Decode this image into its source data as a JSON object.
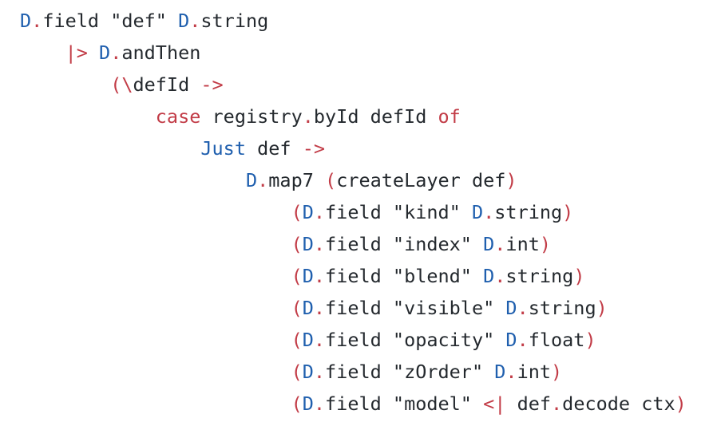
{
  "code": {
    "lines": [
      {
        "indent": 0,
        "tokens": [
          {
            "t": "D",
            "k": "mod"
          },
          {
            "t": ".",
            "k": "dot"
          },
          {
            "t": "field ",
            "k": "id"
          },
          {
            "t": "\"def\" ",
            "k": "str"
          },
          {
            "t": "D",
            "k": "mod"
          },
          {
            "t": ".",
            "k": "dot"
          },
          {
            "t": "string",
            "k": "id"
          }
        ]
      },
      {
        "indent": 4,
        "tokens": [
          {
            "t": "|> ",
            "k": "op"
          },
          {
            "t": "D",
            "k": "mod"
          },
          {
            "t": ".",
            "k": "dot"
          },
          {
            "t": "andThen",
            "k": "id"
          }
        ]
      },
      {
        "indent": 8,
        "tokens": [
          {
            "t": "(\\",
            "k": "paren"
          },
          {
            "t": "defId ",
            "k": "id"
          },
          {
            "t": "->",
            "k": "op"
          }
        ]
      },
      {
        "indent": 12,
        "tokens": [
          {
            "t": "case ",
            "k": "kw"
          },
          {
            "t": "registry",
            "k": "id"
          },
          {
            "t": ".",
            "k": "dot"
          },
          {
            "t": "byId defId ",
            "k": "id"
          },
          {
            "t": "of",
            "k": "kw"
          }
        ]
      },
      {
        "indent": 16,
        "tokens": [
          {
            "t": "Just ",
            "k": "ctor"
          },
          {
            "t": "def ",
            "k": "id"
          },
          {
            "t": "->",
            "k": "op"
          }
        ]
      },
      {
        "indent": 20,
        "tokens": [
          {
            "t": "D",
            "k": "mod"
          },
          {
            "t": ".",
            "k": "dot"
          },
          {
            "t": "map7 ",
            "k": "id"
          },
          {
            "t": "(",
            "k": "paren"
          },
          {
            "t": "createLayer def",
            "k": "id"
          },
          {
            "t": ")",
            "k": "paren"
          }
        ]
      },
      {
        "indent": 24,
        "tokens": [
          {
            "t": "(",
            "k": "paren"
          },
          {
            "t": "D",
            "k": "mod"
          },
          {
            "t": ".",
            "k": "dot"
          },
          {
            "t": "field ",
            "k": "id"
          },
          {
            "t": "\"kind\" ",
            "k": "str"
          },
          {
            "t": "D",
            "k": "mod"
          },
          {
            "t": ".",
            "k": "dot"
          },
          {
            "t": "string",
            "k": "id"
          },
          {
            "t": ")",
            "k": "paren"
          }
        ]
      },
      {
        "indent": 24,
        "tokens": [
          {
            "t": "(",
            "k": "paren"
          },
          {
            "t": "D",
            "k": "mod"
          },
          {
            "t": ".",
            "k": "dot"
          },
          {
            "t": "field ",
            "k": "id"
          },
          {
            "t": "\"index\" ",
            "k": "str"
          },
          {
            "t": "D",
            "k": "mod"
          },
          {
            "t": ".",
            "k": "dot"
          },
          {
            "t": "int",
            "k": "id"
          },
          {
            "t": ")",
            "k": "paren"
          }
        ]
      },
      {
        "indent": 24,
        "tokens": [
          {
            "t": "(",
            "k": "paren"
          },
          {
            "t": "D",
            "k": "mod"
          },
          {
            "t": ".",
            "k": "dot"
          },
          {
            "t": "field ",
            "k": "id"
          },
          {
            "t": "\"blend\" ",
            "k": "str"
          },
          {
            "t": "D",
            "k": "mod"
          },
          {
            "t": ".",
            "k": "dot"
          },
          {
            "t": "string",
            "k": "id"
          },
          {
            "t": ")",
            "k": "paren"
          }
        ]
      },
      {
        "indent": 24,
        "tokens": [
          {
            "t": "(",
            "k": "paren"
          },
          {
            "t": "D",
            "k": "mod"
          },
          {
            "t": ".",
            "k": "dot"
          },
          {
            "t": "field ",
            "k": "id"
          },
          {
            "t": "\"visible\" ",
            "k": "str"
          },
          {
            "t": "D",
            "k": "mod"
          },
          {
            "t": ".",
            "k": "dot"
          },
          {
            "t": "string",
            "k": "id"
          },
          {
            "t": ")",
            "k": "paren"
          }
        ]
      },
      {
        "indent": 24,
        "tokens": [
          {
            "t": "(",
            "k": "paren"
          },
          {
            "t": "D",
            "k": "mod"
          },
          {
            "t": ".",
            "k": "dot"
          },
          {
            "t": "field ",
            "k": "id"
          },
          {
            "t": "\"opacity\" ",
            "k": "str"
          },
          {
            "t": "D",
            "k": "mod"
          },
          {
            "t": ".",
            "k": "dot"
          },
          {
            "t": "float",
            "k": "id"
          },
          {
            "t": ")",
            "k": "paren"
          }
        ]
      },
      {
        "indent": 24,
        "tokens": [
          {
            "t": "(",
            "k": "paren"
          },
          {
            "t": "D",
            "k": "mod"
          },
          {
            "t": ".",
            "k": "dot"
          },
          {
            "t": "field ",
            "k": "id"
          },
          {
            "t": "\"zOrder\" ",
            "k": "str"
          },
          {
            "t": "D",
            "k": "mod"
          },
          {
            "t": ".",
            "k": "dot"
          },
          {
            "t": "int",
            "k": "id"
          },
          {
            "t": ")",
            "k": "paren"
          }
        ]
      },
      {
        "indent": 24,
        "tokens": [
          {
            "t": "(",
            "k": "paren"
          },
          {
            "t": "D",
            "k": "mod"
          },
          {
            "t": ".",
            "k": "dot"
          },
          {
            "t": "field ",
            "k": "id"
          },
          {
            "t": "\"model\" ",
            "k": "str"
          },
          {
            "t": "<| ",
            "k": "op"
          },
          {
            "t": "def",
            "k": "id"
          },
          {
            "t": ".",
            "k": "dot"
          },
          {
            "t": "decode ctx",
            "k": "id"
          },
          {
            "t": ")",
            "k": "paren"
          }
        ]
      }
    ]
  },
  "colors": {
    "background": "#ffffff",
    "text": "#24292e",
    "module": "#1f5fae",
    "keyword": "#c23c47"
  }
}
